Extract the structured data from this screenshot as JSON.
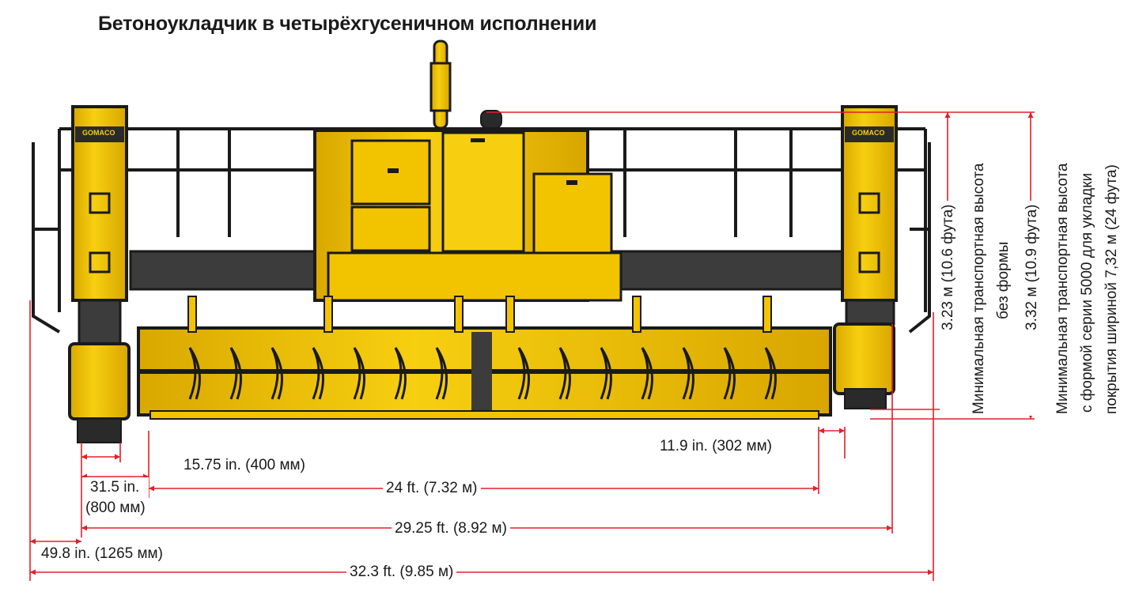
{
  "title": "Бетоноукладчик в четырёхгусеничном исполнении",
  "machine": {
    "brand_label": "GOMACO",
    "body_color": "#f3c600",
    "frame_color": "#3c3c3c",
    "outline_color": "#1a1a1a"
  },
  "dimension_color": "#e0202a",
  "dimensions": {
    "track_width": "15.75 in. (400 мм)",
    "track_offset_line1": "31.5 in.",
    "track_offset_line2": "(800 мм)",
    "paving_width": "24 ft. (7.32 м)",
    "overhang": "11.9 in. (302 мм)",
    "track_centers": "29.25 ft. (8.92 м)",
    "side_offset": "49.8 in. (1265 мм)",
    "overall_width": "32.3 ft. (9.85 м)"
  },
  "heights": {
    "height_without_mold": {
      "value": "3.23 м (10.6 фута)",
      "line1": "Минимальная транспортная высота",
      "line2": "без формы"
    },
    "height_with_mold": {
      "value": "3.32 м (10.9 фута)",
      "line1": "Минимальная транспортная высота",
      "line2": "с формой серии 5000 для укладки",
      "line3": "покрытия шириной 7,32 м (24 фута)"
    }
  }
}
